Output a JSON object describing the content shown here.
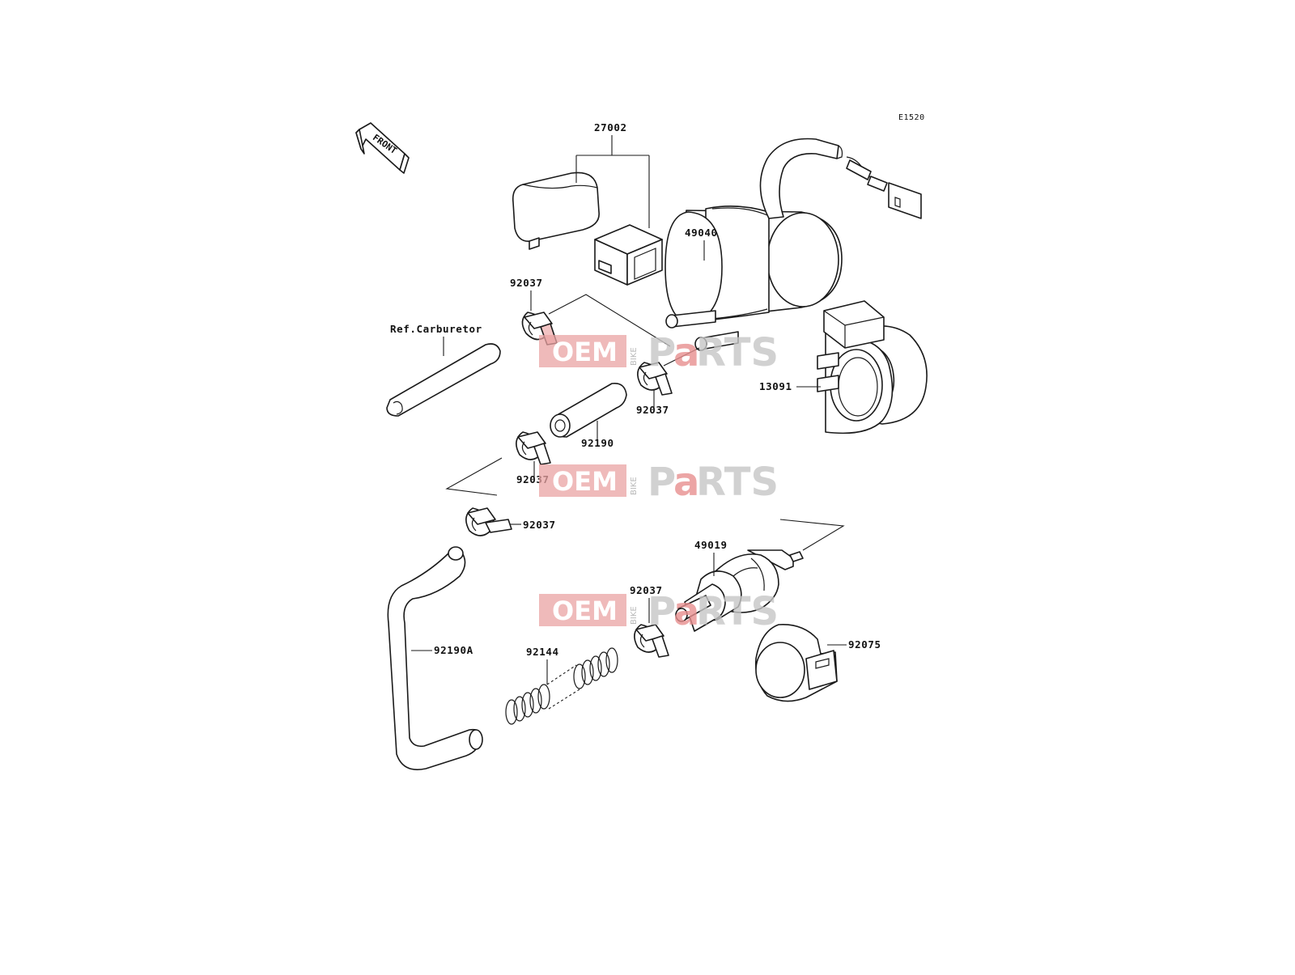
{
  "diagram": {
    "code": "E1520",
    "front_label": "FRONT",
    "ref_label": "Ref.Carburetor",
    "parts": {
      "p27002": "27002",
      "p49040": "49040",
      "p13091": "13091",
      "p92190": "92190",
      "p92037_a": "92037",
      "p92037_b": "92037",
      "p92037_c": "92037",
      "p92037_d": "92037",
      "p92037_e": "92037",
      "p49019": "49019",
      "p92075": "92075",
      "p92144": "92144",
      "p92190a": "92190A"
    }
  },
  "watermark": {
    "oem": "OEM",
    "bike": "BIKE",
    "parts_p": "P",
    "parts_a": "a",
    "parts_rest": "RTS"
  }
}
